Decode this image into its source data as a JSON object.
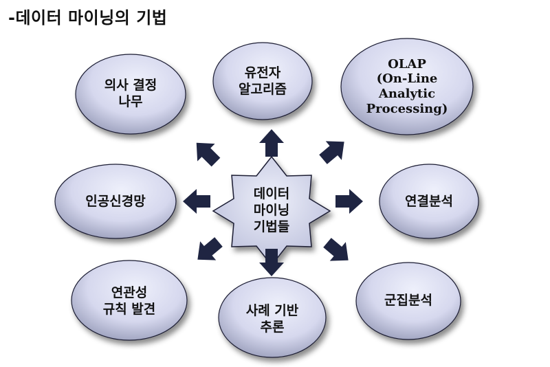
{
  "title": "-데이터 마이닝의 기법",
  "center": {
    "label": "데이터\n마이닝\n기법들"
  },
  "nodes": {
    "decision_tree": "의사 결정\n나무",
    "genetic_algorithm": "유전자\n알고리즘",
    "olap": "OLAP\n(On-Line\nAnalytic\nProcessing)",
    "neural_network": "인공신경망",
    "link_analysis": "연결분석",
    "association_rules": "연관성\n규칙 발견",
    "case_based_reasoning": "사례 기반\n추론",
    "clustering": "군집분석"
  },
  "colors": {
    "ellipse_fill": "#dcdcf0",
    "ellipse_shadow": "#7f84a3",
    "ellipse_stroke": "#1a1c33",
    "arrow": "#1f2542",
    "star_fill": "#cfd2ea"
  }
}
